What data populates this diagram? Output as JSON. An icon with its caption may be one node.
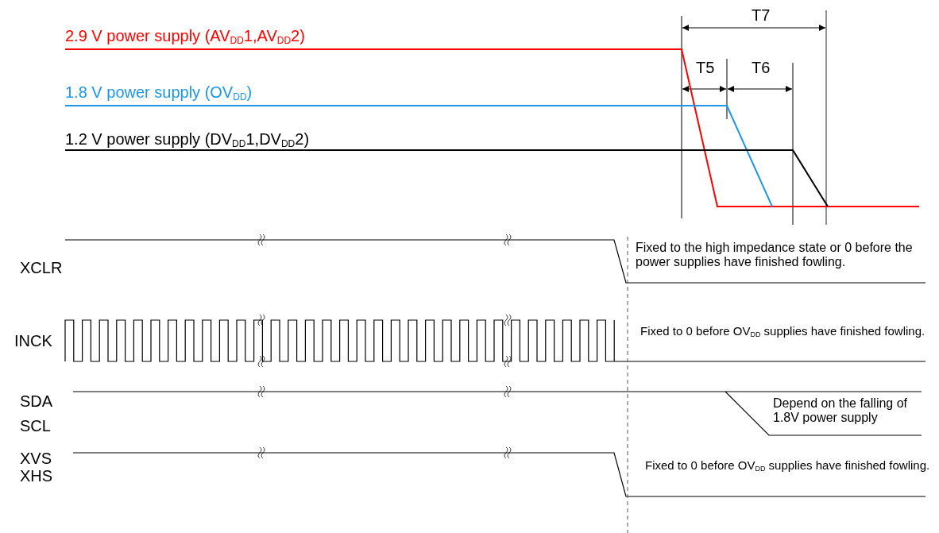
{
  "diagram": {
    "labels": [
      "T7",
      "2.9 V power supply (AV$_{DD}$1,AV$_{DD}$2)",
      "T5",
      "T6",
      "1.8 V power supply (OV$_{DD}$)",
      "1.2 V power supply (DV$_{DD}$1,DV$_{DD}$2)",
      "Fixed to the high impedance state or 0 before the power supplies have finished fowling.",
      "XCLR",
      "INCK",
      "Fixed to 0 before OV$_{DD}$ supplies have finished fowling.",
      "SDA",
      "SCL",
      "Depend on the falling of 1.8V power supply",
      "XVS",
      "XHS",
      "Fixed to 0 before OV$_{DD}$ supplies have finished fowling."
    ]
  }
}
